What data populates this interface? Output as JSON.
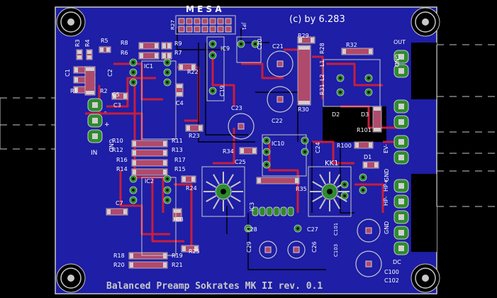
{
  "board": {
    "title": "Balanced Preamp Sokrates MK II rev. 0.1",
    "copyright": "(c) by 6.283",
    "header_letters": "M E S A",
    "colors": {
      "background": "#000000",
      "board": "#1e1ea6",
      "trace": "#c81e3c",
      "silk": "#ffffff",
      "pad": "#b04a6c",
      "via": "#2e8b2e"
    }
  },
  "labels": {
    "r27": "R27",
    "jp1": "JP1",
    "r5": "R5",
    "r3": "R3",
    "r4": "R4",
    "r8": "R8",
    "r6": "R6",
    "r9": "R9",
    "r7": "R7",
    "c1": "C1",
    "c2": "C2",
    "r1": "R1",
    "r2": "R2",
    "ic1": "IC1",
    "r22": "R22",
    "c3": "C3",
    "c4": "C4",
    "c5": "C5",
    "r23": "R23",
    "in_plus": "+",
    "in_minus": "-",
    "gnd_in": "GND",
    "in": "IN",
    "r10": "R10",
    "r11": "R11",
    "r12": "R12",
    "r13": "R13",
    "r16": "R16",
    "r17": "R17",
    "r14": "R14",
    "r15": "R15",
    "ic2": "IC2",
    "r24": "R24",
    "c7": "C7",
    "c8": "C8",
    "r25": "R25",
    "r18": "R18",
    "r19": "R19",
    "r20": "R20",
    "r21": "R21",
    "ic9": "IC9",
    "c20": "C20",
    "c19": "C19",
    "c21": "C21",
    "c22": "C22",
    "c23": "C23",
    "r34": "R34",
    "c25": "C25",
    "ic10": "IC10",
    "c24": "C24",
    "r35": "R35",
    "ic3": "IC3",
    "c28": "C28",
    "c27": "C27",
    "c29": "C29",
    "c26": "C26",
    "r29": "R29",
    "r28": "R28",
    "r32": "R32",
    "l1": "L1",
    "l2": "L2",
    "r30": "R30",
    "r31": "R31",
    "d2": "D2",
    "d3": "D3",
    "r101": "R101",
    "r100": "R100",
    "d1": "D1",
    "kk1": "KK1",
    "out": "OUT",
    "gnd_out": "GND",
    "ev_minus": "EV-",
    "hp_minus": "HP-",
    "hp_plus": "HP+",
    "gnd_psu": "GND",
    "gnd_dc": "GND",
    "dc": "DC",
    "c101": "C101",
    "c103": "C103",
    "c100": "C100",
    "c102": "C102",
    "plus": "+",
    "minus": "-"
  }
}
